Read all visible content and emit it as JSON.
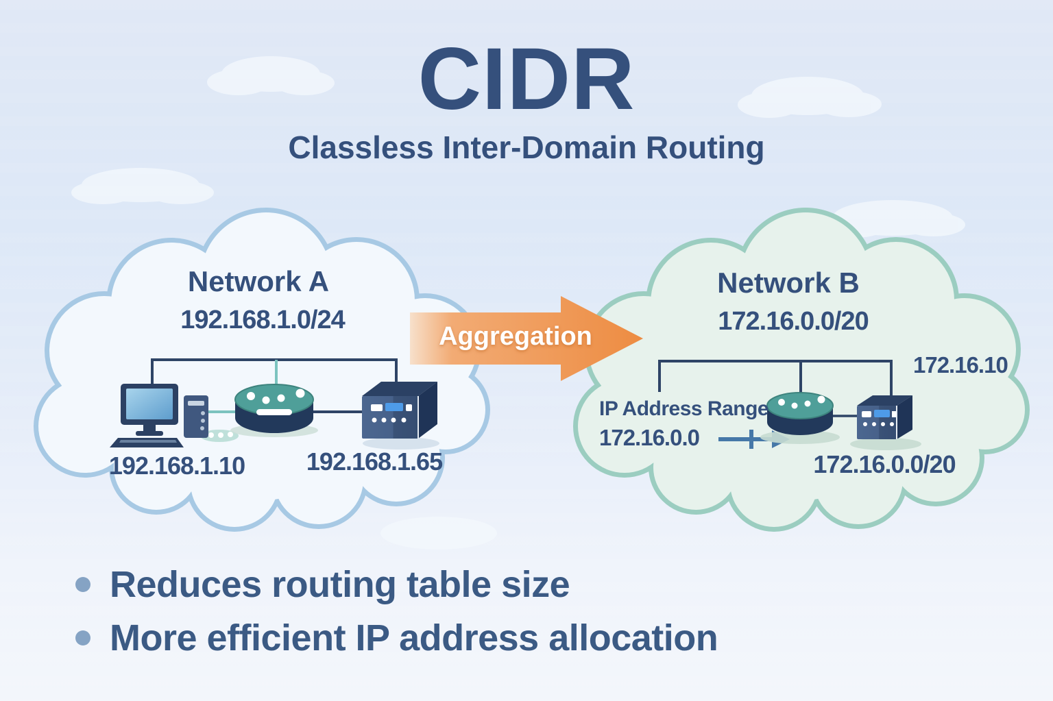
{
  "title": {
    "main": "CIDR",
    "subtitle": "Classless Inter-Domain Routing"
  },
  "aggregation_label": "Aggregation",
  "network_a": {
    "name": "Network A",
    "cidr": "192.168.1.0/24",
    "workstation_ip": "192.168.1.10",
    "server_ip": "192.168.1.65"
  },
  "network_b": {
    "name": "Network B",
    "cidr": "172.16.0.0/20",
    "bus_label": "172.16.10",
    "ip_range_label": "IP Address Range",
    "ip_range_start": "172.16.0.0",
    "server_cidr": "172.16.0.0/20"
  },
  "bullets": [
    {
      "text": "Reduces routing table size"
    },
    {
      "text": "More efficient IP address allocation"
    }
  ],
  "colors": {
    "heading_text": "#35507c",
    "cloud_a_border": "#a7c9e4",
    "cloud_a_fill": "#f3f8fd",
    "cloud_b_border": "#9bcdc0",
    "cloud_b_fill": "#e7f2ec",
    "aggregation_arrow": "#ed8c42",
    "router_teal": "#4f9f99",
    "device_navy": "#22395b",
    "bus_line": "#2e4466",
    "bullet_dot": "#85a3c4"
  }
}
